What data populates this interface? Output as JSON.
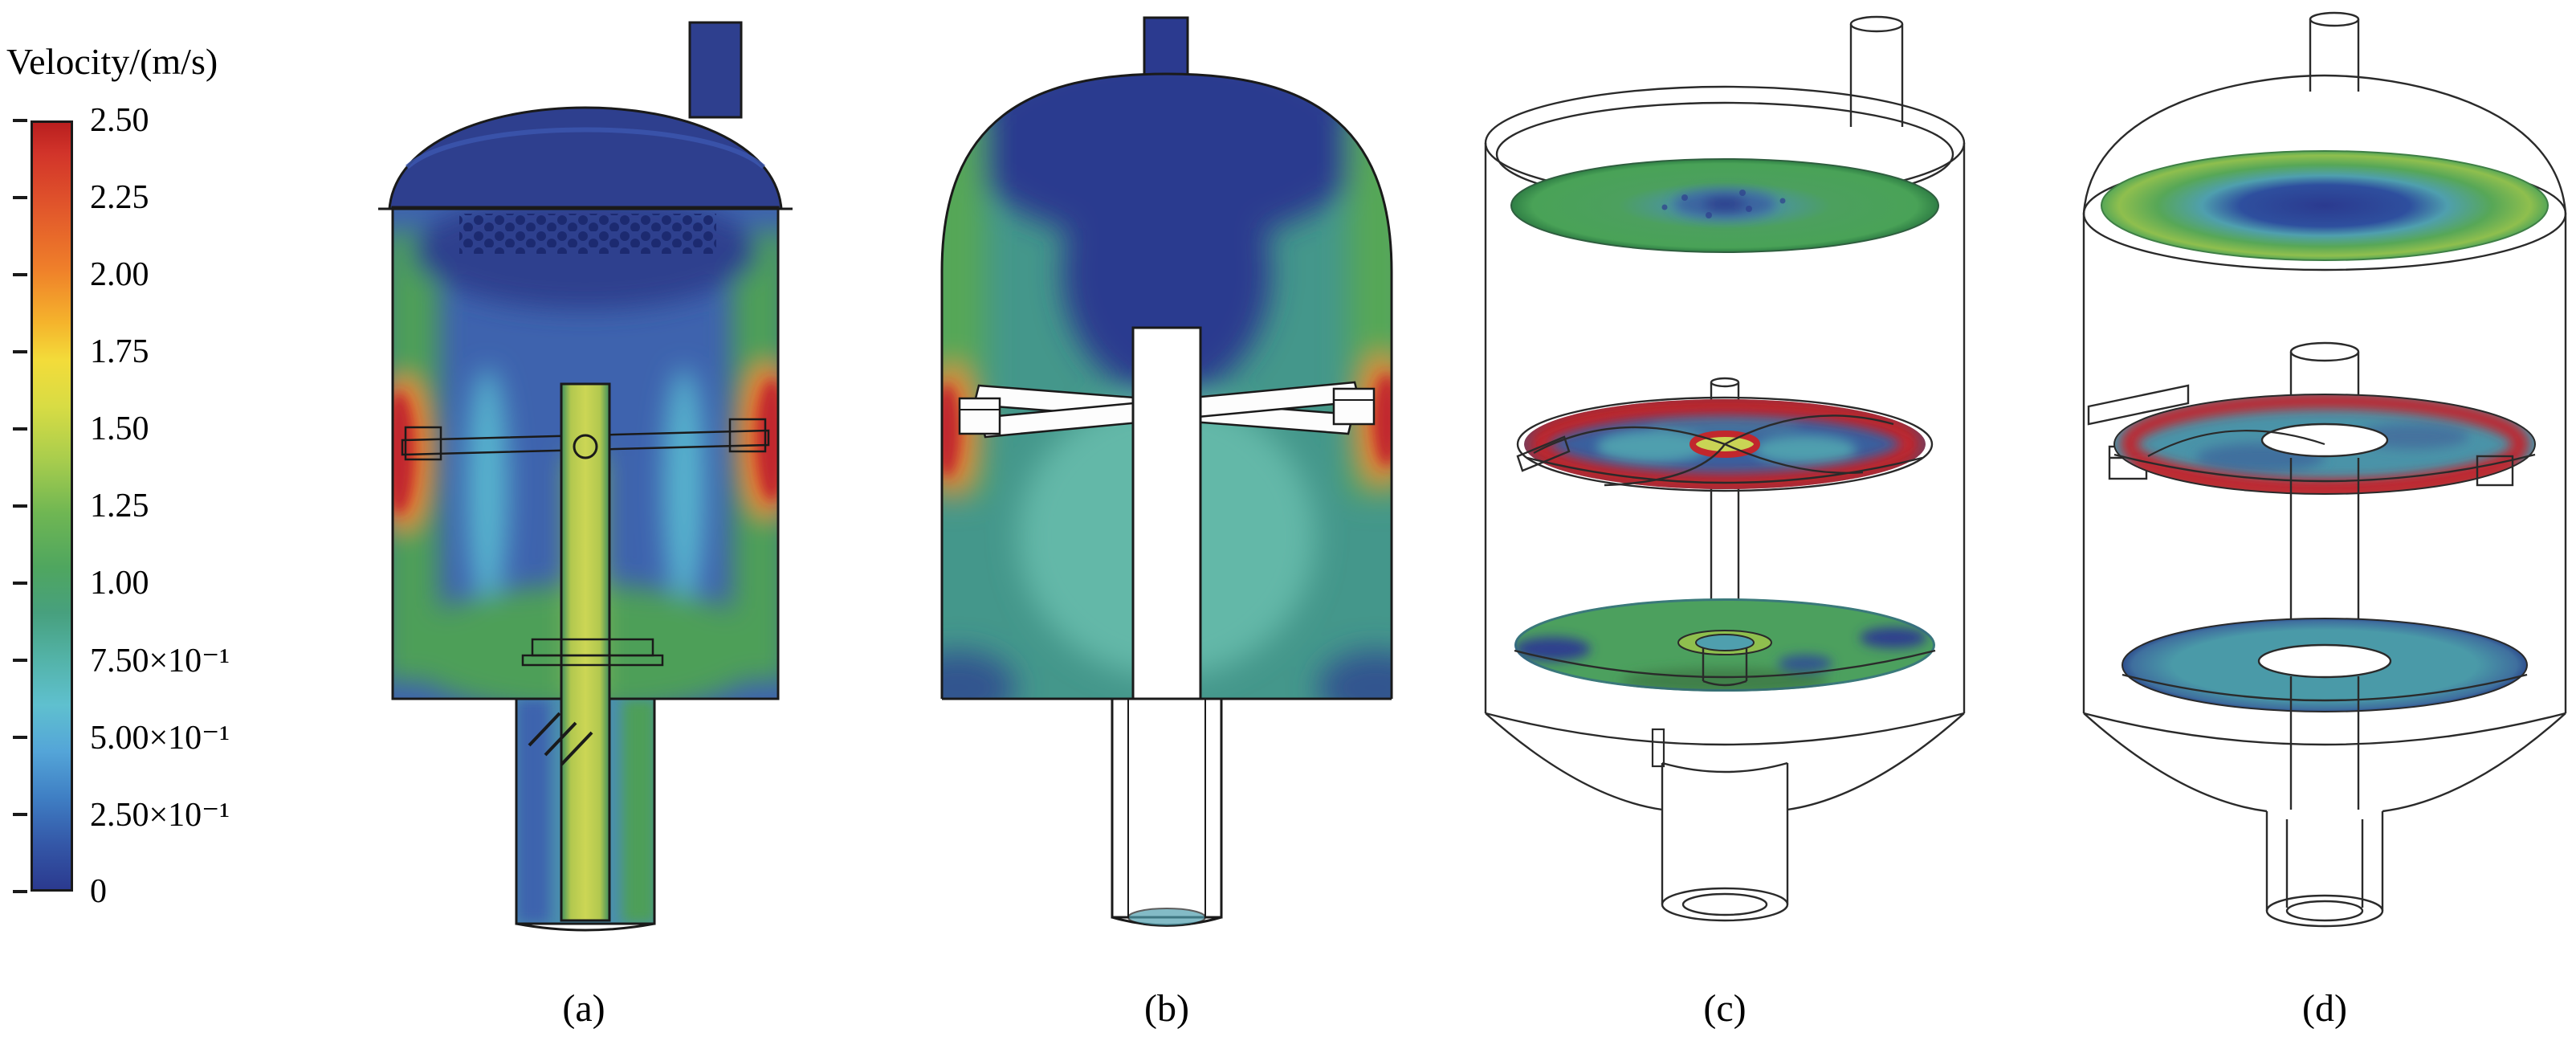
{
  "figure": {
    "kind": "CFD velocity contour figure, four panels",
    "panel_labels": [
      "(a)",
      "(b)",
      "(c)",
      "(d)"
    ]
  },
  "legend": {
    "title": "Velocity/(m/s)",
    "ticks": [
      "2.50",
      "2.25",
      "2.00",
      "1.75",
      "1.50",
      "1.25",
      "1.00",
      "7.50×10⁻¹",
      "5.00×10⁻¹",
      "2.50×10⁻¹",
      "0"
    ]
  },
  "chart_data": {
    "type": "heatmap",
    "title": "Velocity/(m/s)",
    "colorbar": {
      "label": "Velocity/(m/s)",
      "min": 0,
      "max": 2.5,
      "tick_values": [
        2.5,
        2.25,
        2.0,
        1.75,
        1.5,
        1.25,
        1.0,
        0.75,
        0.5,
        0.25,
        0
      ],
      "tick_labels": [
        "2.50",
        "2.25",
        "2.00",
        "1.75",
        "1.50",
        "1.25",
        "1.00",
        "7.50×10⁻¹",
        "5.00×10⁻¹",
        "2.50×10⁻¹",
        "0"
      ],
      "orientation": "vertical",
      "colors_high_to_low": [
        "#b91f1f",
        "#ef7f2a",
        "#f3dc3a",
        "#6fb653",
        "#47a07e",
        "#5fc0cf",
        "#3f7fc4",
        "#2b3a8f"
      ]
    },
    "panels": [
      {
        "label": "(a)",
        "view": "vertical mid-plane velocity contour of stirred vessel with perforated plate, shaft, impeller and draft tube; high-velocity (red) zones at impeller blade tips near walls"
      },
      {
        "label": "(b)",
        "view": "vertical mid-plane velocity contour, second configuration; low-velocity (dark blue) core at top, red zones at impeller tips, white cut-out at shaft"
      },
      {
        "label": "(c)",
        "view": "3D transparent vessel with horizontal slice contours: top slice green with blue core, impeller-plane slice with red high-velocity ring, bottom slice green with blue patches"
      },
      {
        "label": "(d)",
        "view": "3D transparent vessel with horizontal slice contours: top slice green rim with large dark-blue core, impeller-plane annular slice with red rim, bottom annular slice teal"
      }
    ]
  }
}
